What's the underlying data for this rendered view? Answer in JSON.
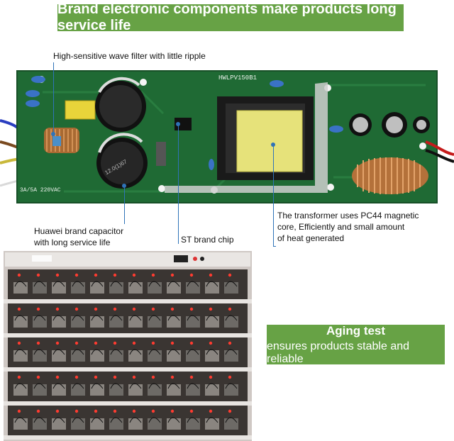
{
  "banner": {
    "title": "Brand electronic components make products long service life"
  },
  "pcb": {
    "silk_model": "HWLPV150B1",
    "silk_rating": "3A/5A  220VAC",
    "cap_marking": "12.0(1)67"
  },
  "callouts": {
    "wave_filter": "High-sensitive wave filter with little ripple",
    "capacitor_l1": "Huawei brand capacitor",
    "capacitor_l2": "with long service life",
    "chip": "ST brand chip",
    "transformer_l1": "The transformer uses PC44 magnetic",
    "transformer_l2": "core, Efficiently and small amount",
    "transformer_l3": "of heat generated"
  },
  "aging": {
    "title": "Aging test",
    "subtitle": "ensures products stable and reliable"
  },
  "colors": {
    "banner": "#67a245",
    "pcb": "#1f6a34",
    "leader": "#2f73b8"
  }
}
